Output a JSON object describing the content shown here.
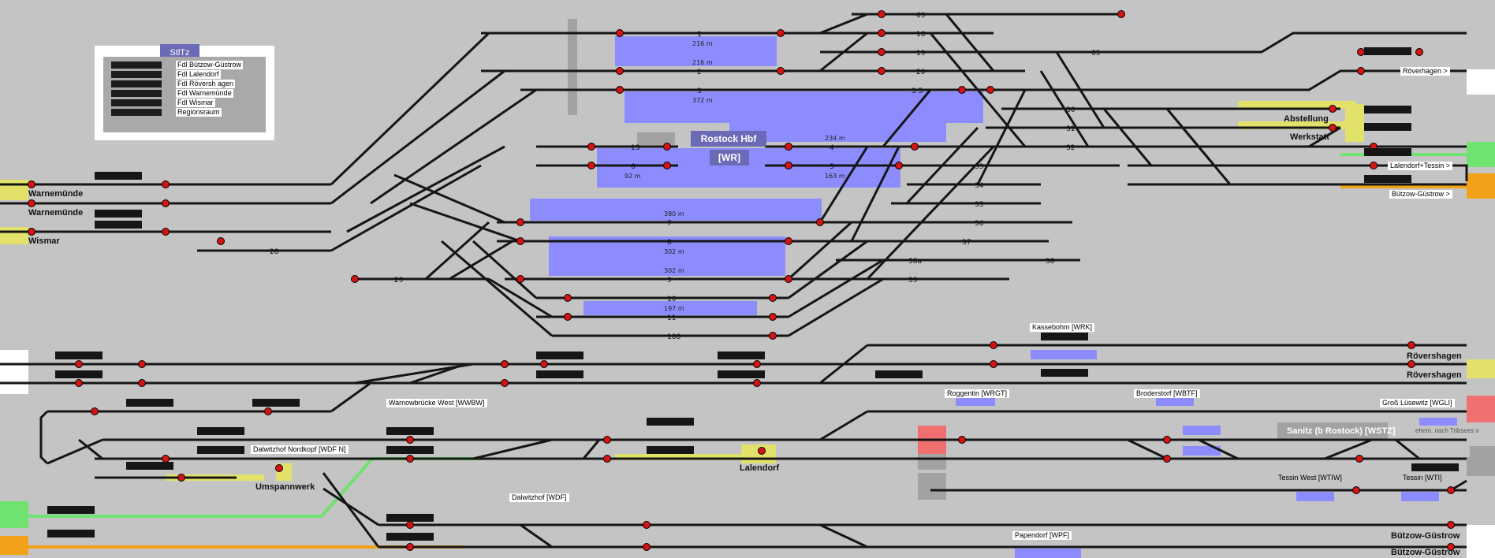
{
  "title": {
    "main": "Rostock Hbf",
    "code": "[WR]"
  },
  "legend": {
    "title": "StlTz",
    "items": [
      "Fdl Bützow-Güstrow",
      "Fdl Lalendorf",
      "Fdl Röversh agen",
      "Fdl Warnemünde",
      "Fdl Wismar",
      "Regionsraum"
    ]
  },
  "tracks": {
    "top": [
      "1",
      "2",
      "3",
      "13",
      "6",
      "7",
      "8",
      "9",
      "10",
      "11",
      "108"
    ],
    "right": [
      "69",
      "18",
      "19",
      "20",
      "3 5",
      "30",
      "31",
      "32",
      "4",
      "5",
      "33",
      "34",
      "35",
      "36",
      "37",
      "38a",
      "38",
      "39",
      "65"
    ],
    "left": [
      "28",
      "29"
    ]
  },
  "lengths": [
    "216 m",
    "216 m",
    "372 m",
    "234 m",
    "92 m",
    "163 m",
    "380 m",
    "302 m",
    "302 m",
    "197 m"
  ],
  "destinations": {
    "warnemuende1": "Warnemünde",
    "warnemuende2": "Warnemünde",
    "wismar": "Wismar",
    "roevershagen_top": "Röverhagen >",
    "lalendorf_tessin": "Lalendorf+Tessin >",
    "buetzow_top": "Bützow-Güstrow >",
    "abstellung": "Abstellung",
    "werkstatt": "Werkstatt",
    "roevershagen1": "Rövershagen",
    "roevershagen2": "Rövershagen",
    "umspannwerk": "Umspannwerk",
    "lalendorf": "Lalendorf",
    "buetzow1": "Bützow-Güstrow",
    "buetzow2": "Bützow-Güstrow"
  },
  "stations": {
    "kassebohm": "Kassebohm [WRK]",
    "warnowbruecke": "Warnowbrücke West [WWBW]",
    "roggentin": "Roggentin [WRGT]",
    "broderstorf": "Broderstorf [WBTF]",
    "gross_luesewitz": "Groß Lüsewitz [WGLI]",
    "sanitz": "Sanitz (b Rostock) [WSTZ]",
    "ehem_tribsees": "ehem. nach Tribsees v",
    "dalwitzhof_nord": "Dalwitzhof Nordkopf [WDF N]",
    "dalwitzhof": "Dalwitzhof [WDF]",
    "tessin_west": "Tessin West [WTIW]",
    "tessin": "Tessin [WTI]",
    "papendorf": "Papendorf [WPF]"
  },
  "colors": {
    "background": "#c4c4c4",
    "platform": "#8c8cff",
    "signal": "#d41414",
    "yellow": "#e2e26a",
    "green": "#6fe26f",
    "orange": "#f2a21a",
    "legend_title": "#6a6ab6",
    "pink": "#f07070"
  }
}
